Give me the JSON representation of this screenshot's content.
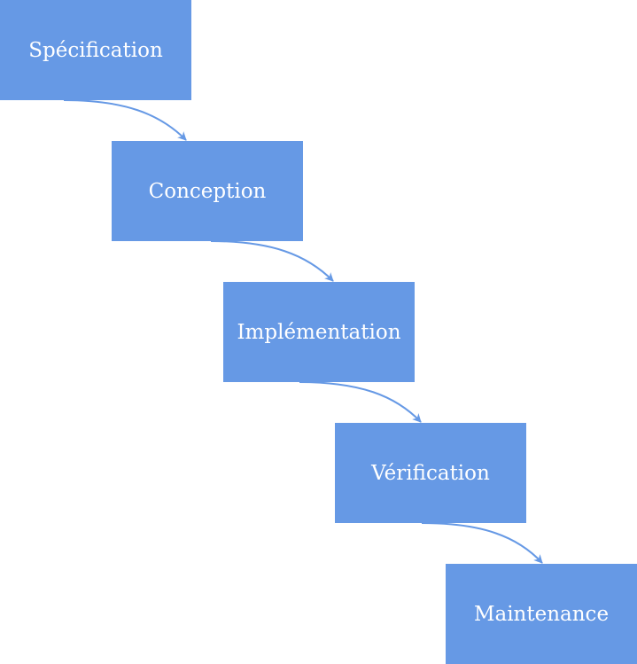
{
  "diagram": {
    "type": "waterfall",
    "accent_color": "#6699e5",
    "text_color": "#ffffff",
    "steps": [
      {
        "label": "Spécification"
      },
      {
        "label": "Conception"
      },
      {
        "label": "Implémentation"
      },
      {
        "label": "Vérification"
      },
      {
        "label": "Maintenance"
      }
    ],
    "connections": [
      {
        "from": "Spécification",
        "to": "Conception"
      },
      {
        "from": "Conception",
        "to": "Implémentation"
      },
      {
        "from": "Implémentation",
        "to": "Vérification"
      },
      {
        "from": "Vérification",
        "to": "Maintenance"
      }
    ]
  }
}
